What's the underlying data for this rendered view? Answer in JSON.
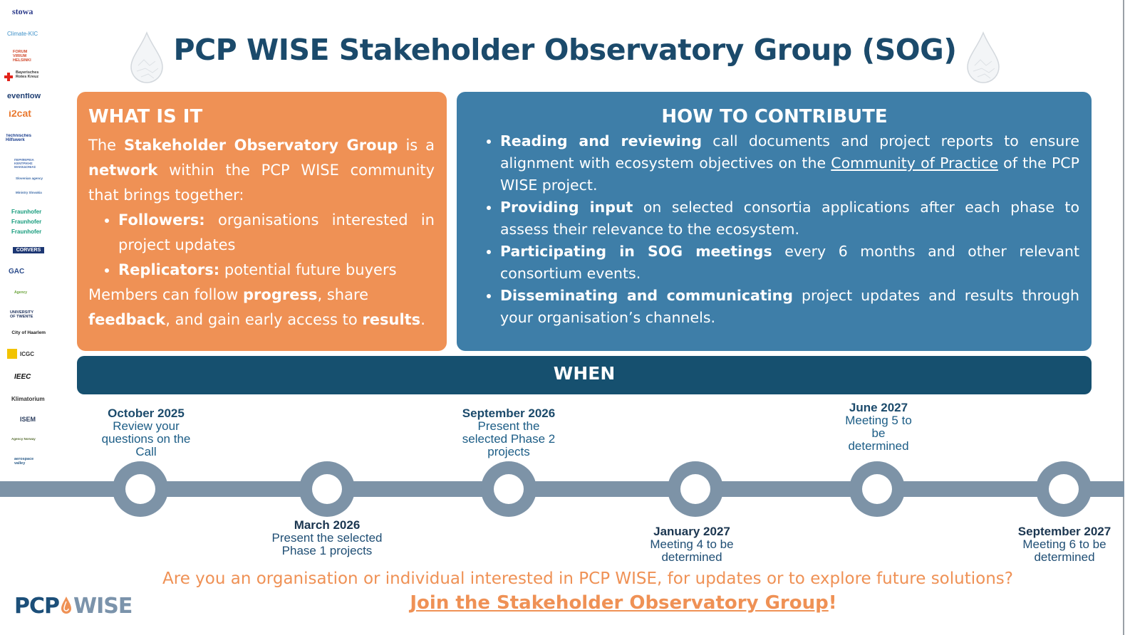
{
  "logos": [
    "stowa",
    "Climate-KIC",
    "FORUM VIRIUM HELSINKI",
    "Bayerisches Rotes Kreuz",
    "evenflow",
    "i2cat",
    "Technisches Hilfswerk",
    "ΠΕΡΙΦΕΡΕΙΑ ΚΕΝΤΡΙΚΗΣ ΜΑΚΕΔΟΝΙΑΣ",
    "Slovenian agency",
    "Ministry Slovakia",
    "Fraunhofer",
    "Fraunhofer",
    "Fraunhofer",
    "CORVERS",
    "GAC",
    "Agency",
    "UNIVERSITY OF TWENTE",
    "City of Haarlem",
    "ICGC",
    "IEEC",
    "Klimatorium",
    "ISEM",
    "Agency Norway",
    "aerospace valley"
  ],
  "title": "PCP WISE Stakeholder Observatory Group (SOG)",
  "what": {
    "heading": "WHAT IS IT",
    "intro_1": "The ",
    "intro_bold_1": "Stakeholder Observatory Group",
    "intro_2": " is a ",
    "intro_bold_2": "network",
    "intro_3": " within the PCP WISE community that brings together:",
    "followers_label": "Followers:",
    "followers_text": " organisations interested in project updates",
    "replicators_label": "Replicators:",
    "replicators_text": " potential future buyers",
    "members_1": "Members can follow ",
    "members_bold_1": "progress",
    "members_2": ", share ",
    "members_bold_2": "feedback",
    "members_3": ", and gain early access to ",
    "members_bold_3": "results",
    "members_4": "."
  },
  "how": {
    "heading": "HOW TO CONTRIBUTE",
    "b1_bold": "Reading and reviewing",
    "b1_text": " call documents and project reports to ensure alignment with ecosystem objectives on the ",
    "b1_link": "Community of Practice",
    "b1_end": " of the PCP WISE project.",
    "b2_bold": "Providing input",
    "b2_text": " on selected consortia applications after each phase to assess their relevance to the ecosystem.",
    "b3_bold": "Participating in SOG meetings",
    "b3_text": " every 6 months and other relevant consortium events.",
    "b4_bold": "Disseminating and communicating",
    "b4_text": " project updates and results through your organisation’s channels."
  },
  "when": {
    "heading": "WHEN",
    "events": [
      {
        "date": "October 2025",
        "text": "Review your questions on  the Call"
      },
      {
        "date": "March 2026",
        "text": "Present the selected Phase 1 projects"
      },
      {
        "date": "September 2026",
        "text": "Present the selected Phase 2 projects"
      },
      {
        "date": "January 2027",
        "text": "Meeting 4 to be determined"
      },
      {
        "date": "June 2027",
        "text": "Meeting 5 to be determined"
      },
      {
        "date": "September 2027",
        "text": "Meeting 6 to be determined"
      }
    ]
  },
  "cta": {
    "question": "Are you an organisation or individual interested in PCP WISE, for updates or to explore future solutions?",
    "link": "Join the Stakeholder Observatory Group",
    "link_end": "!"
  },
  "brand": {
    "part1": "PCP",
    "part2": "WISE"
  },
  "colors": {
    "orange": "#ef9155",
    "blue": "#3e7ea8",
    "navy": "#16506f",
    "timeline": "#7d93a7",
    "title": "#1b4a6b"
  }
}
